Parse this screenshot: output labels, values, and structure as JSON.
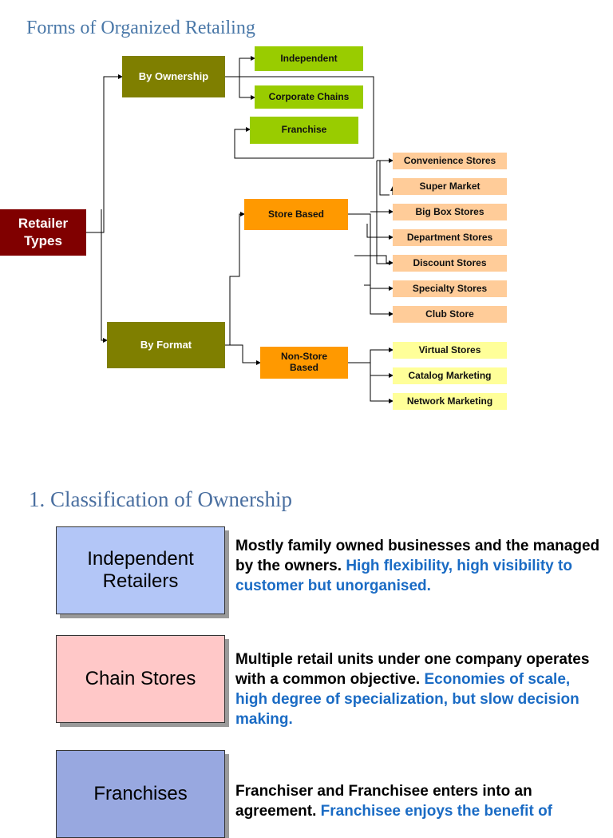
{
  "page_title": "Forms of Organized Retailing",
  "diagram": {
    "root": "Retailer\nTypes",
    "by_ownership": "By Ownership",
    "by_format": "By Format",
    "ownership_children": [
      "Independent",
      "Corporate Chains",
      "Franchise"
    ],
    "store_based": "Store Based",
    "non_store_based": "Non-Store\nBased",
    "store_types": [
      "Convenience Stores",
      "Super Market",
      "Big Box Stores",
      "Department Stores",
      "Discount Stores",
      "Specialty Stores",
      "Club Store"
    ],
    "non_store_types": [
      "Virtual Stores",
      "Catalog Marketing",
      "Network Marketing"
    ],
    "colors": {
      "olive": "#7f7f00",
      "green": "#99cc00",
      "orange": "#ff9900",
      "peach": "#ffcc99",
      "yellow": "#ffff99",
      "maroon": "#800000"
    }
  },
  "section_title": "1.  Classification of Ownership",
  "classifications": [
    {
      "title": "Independent\nRetailers",
      "color": "#b3c6f7",
      "text": "Mostly family owned businesses and the managed by the owners.  ",
      "highlight": "High flexibility, high visibility to customer but unorganised."
    },
    {
      "title": "Chain Stores",
      "color": "#ffc8c8",
      "text": "Multiple retail units under one company operates with a common objective. ",
      "highlight": "Economies of scale, high degree of specialization,  but slow decision making."
    },
    {
      "title": "Franchises",
      "color": "#98a8e0",
      "text": " Franchiser and Franchisee enters into an agreement.  ",
      "highlight": "Franchisee enjoys the benefit of"
    }
  ]
}
